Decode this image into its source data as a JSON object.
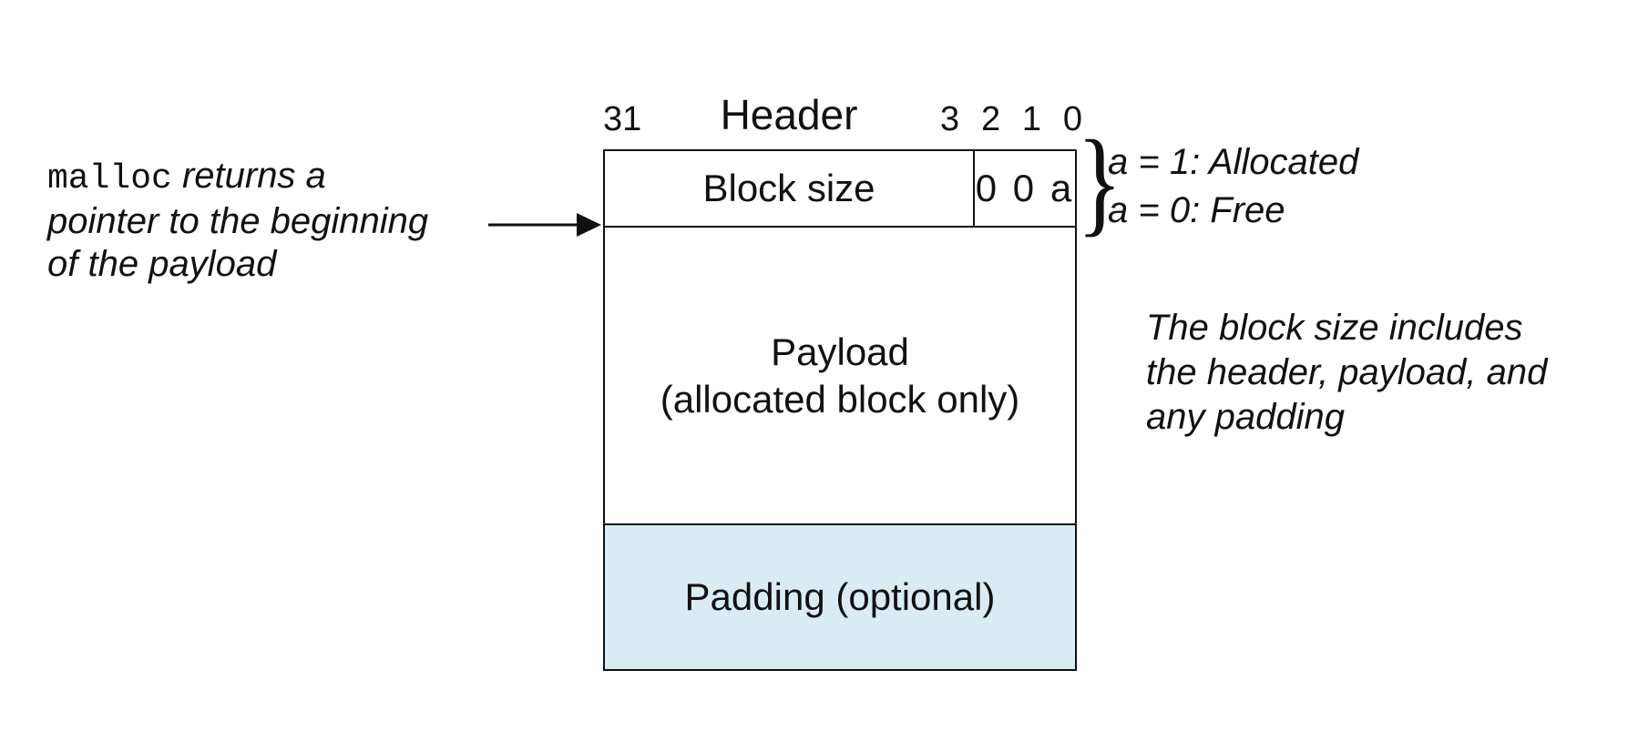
{
  "figure": {
    "background": "#ffffff",
    "line_color": "#111111",
    "padding_fill": "#d9ecf4"
  },
  "labels": {
    "bit_31": "31",
    "header": "Header",
    "bits": [
      "3",
      "2",
      "1",
      "0"
    ]
  },
  "block": {
    "block_size": "Block size",
    "flag_bits": "0 0 a",
    "payload_line1": "Payload",
    "payload_line2": "(allocated block only)",
    "padding": "Padding (optional)"
  },
  "annotations": {
    "malloc_note": {
      "code": "malloc",
      "line1_rest": " returns a",
      "line2": "pointer to the beginning",
      "line3": "of the payload"
    },
    "brace": "}",
    "flag_meaning": {
      "line1": "a = 1: Allocated",
      "line2": "a = 0: Free"
    },
    "block_size_note": {
      "line1": "The block size includes",
      "line2": "the header, payload, and",
      "line3": "any padding"
    }
  }
}
